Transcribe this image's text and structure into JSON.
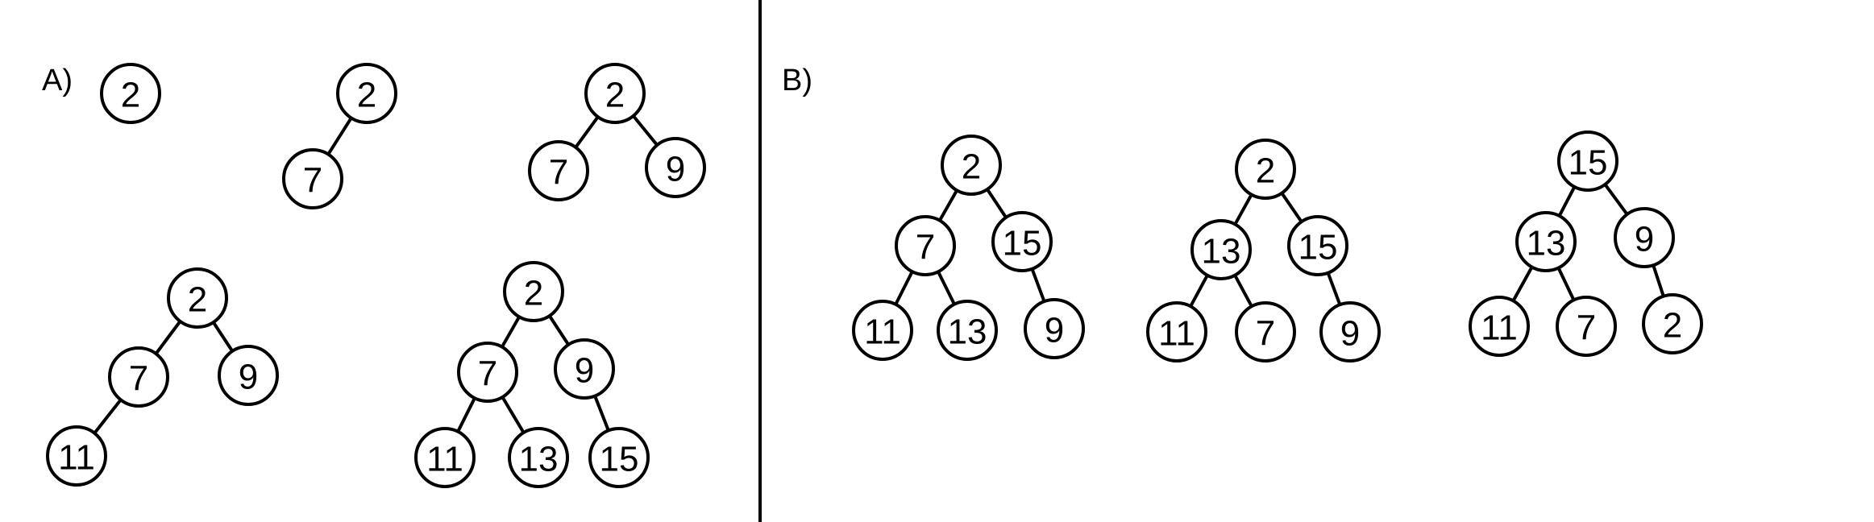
{
  "panels": [
    {
      "label": "A)",
      "trees": [
        {
          "nodes": [
            {
              "id": "a",
              "value": "2"
            }
          ],
          "edges": []
        },
        {
          "nodes": [
            {
              "id": "a",
              "value": "2"
            },
            {
              "id": "b",
              "value": "7"
            }
          ],
          "edges": [
            [
              "a",
              "b"
            ]
          ]
        },
        {
          "nodes": [
            {
              "id": "a",
              "value": "2"
            },
            {
              "id": "b",
              "value": "7"
            },
            {
              "id": "c",
              "value": "9"
            }
          ],
          "edges": [
            [
              "a",
              "b"
            ],
            [
              "a",
              "c"
            ]
          ]
        },
        {
          "nodes": [
            {
              "id": "a",
              "value": "2"
            },
            {
              "id": "b",
              "value": "7"
            },
            {
              "id": "c",
              "value": "9"
            },
            {
              "id": "d",
              "value": "11"
            }
          ],
          "edges": [
            [
              "a",
              "b"
            ],
            [
              "a",
              "c"
            ],
            [
              "b",
              "d"
            ]
          ]
        },
        {
          "nodes": [
            {
              "id": "a",
              "value": "2"
            },
            {
              "id": "b",
              "value": "7"
            },
            {
              "id": "c",
              "value": "9"
            },
            {
              "id": "d",
              "value": "11"
            },
            {
              "id": "e",
              "value": "13"
            },
            {
              "id": "f",
              "value": "15"
            }
          ],
          "edges": [
            [
              "a",
              "b"
            ],
            [
              "a",
              "c"
            ],
            [
              "b",
              "d"
            ],
            [
              "b",
              "e"
            ],
            [
              "c",
              "f"
            ]
          ]
        }
      ]
    },
    {
      "label": "B)",
      "trees": [
        {
          "nodes": [
            {
              "id": "a",
              "value": "2"
            },
            {
              "id": "b",
              "value": "7"
            },
            {
              "id": "c",
              "value": "15"
            },
            {
              "id": "d",
              "value": "11"
            },
            {
              "id": "e",
              "value": "13"
            },
            {
              "id": "f",
              "value": "9"
            }
          ],
          "edges": [
            [
              "a",
              "b"
            ],
            [
              "a",
              "c"
            ],
            [
              "b",
              "d"
            ],
            [
              "b",
              "e"
            ],
            [
              "c",
              "f"
            ]
          ]
        },
        {
          "nodes": [
            {
              "id": "a",
              "value": "2"
            },
            {
              "id": "b",
              "value": "13"
            },
            {
              "id": "c",
              "value": "15"
            },
            {
              "id": "d",
              "value": "11"
            },
            {
              "id": "e",
              "value": "7"
            },
            {
              "id": "f",
              "value": "9"
            }
          ],
          "edges": [
            [
              "a",
              "b"
            ],
            [
              "a",
              "c"
            ],
            [
              "b",
              "d"
            ],
            [
              "b",
              "e"
            ],
            [
              "c",
              "f"
            ]
          ]
        },
        {
          "nodes": [
            {
              "id": "a",
              "value": "15"
            },
            {
              "id": "b",
              "value": "13"
            },
            {
              "id": "c",
              "value": "9"
            },
            {
              "id": "d",
              "value": "11"
            },
            {
              "id": "e",
              "value": "7"
            },
            {
              "id": "f",
              "value": "2"
            }
          ],
          "edges": [
            [
              "a",
              "b"
            ],
            [
              "a",
              "c"
            ],
            [
              "b",
              "d"
            ],
            [
              "b",
              "e"
            ],
            [
              "c",
              "f"
            ]
          ]
        }
      ]
    }
  ]
}
